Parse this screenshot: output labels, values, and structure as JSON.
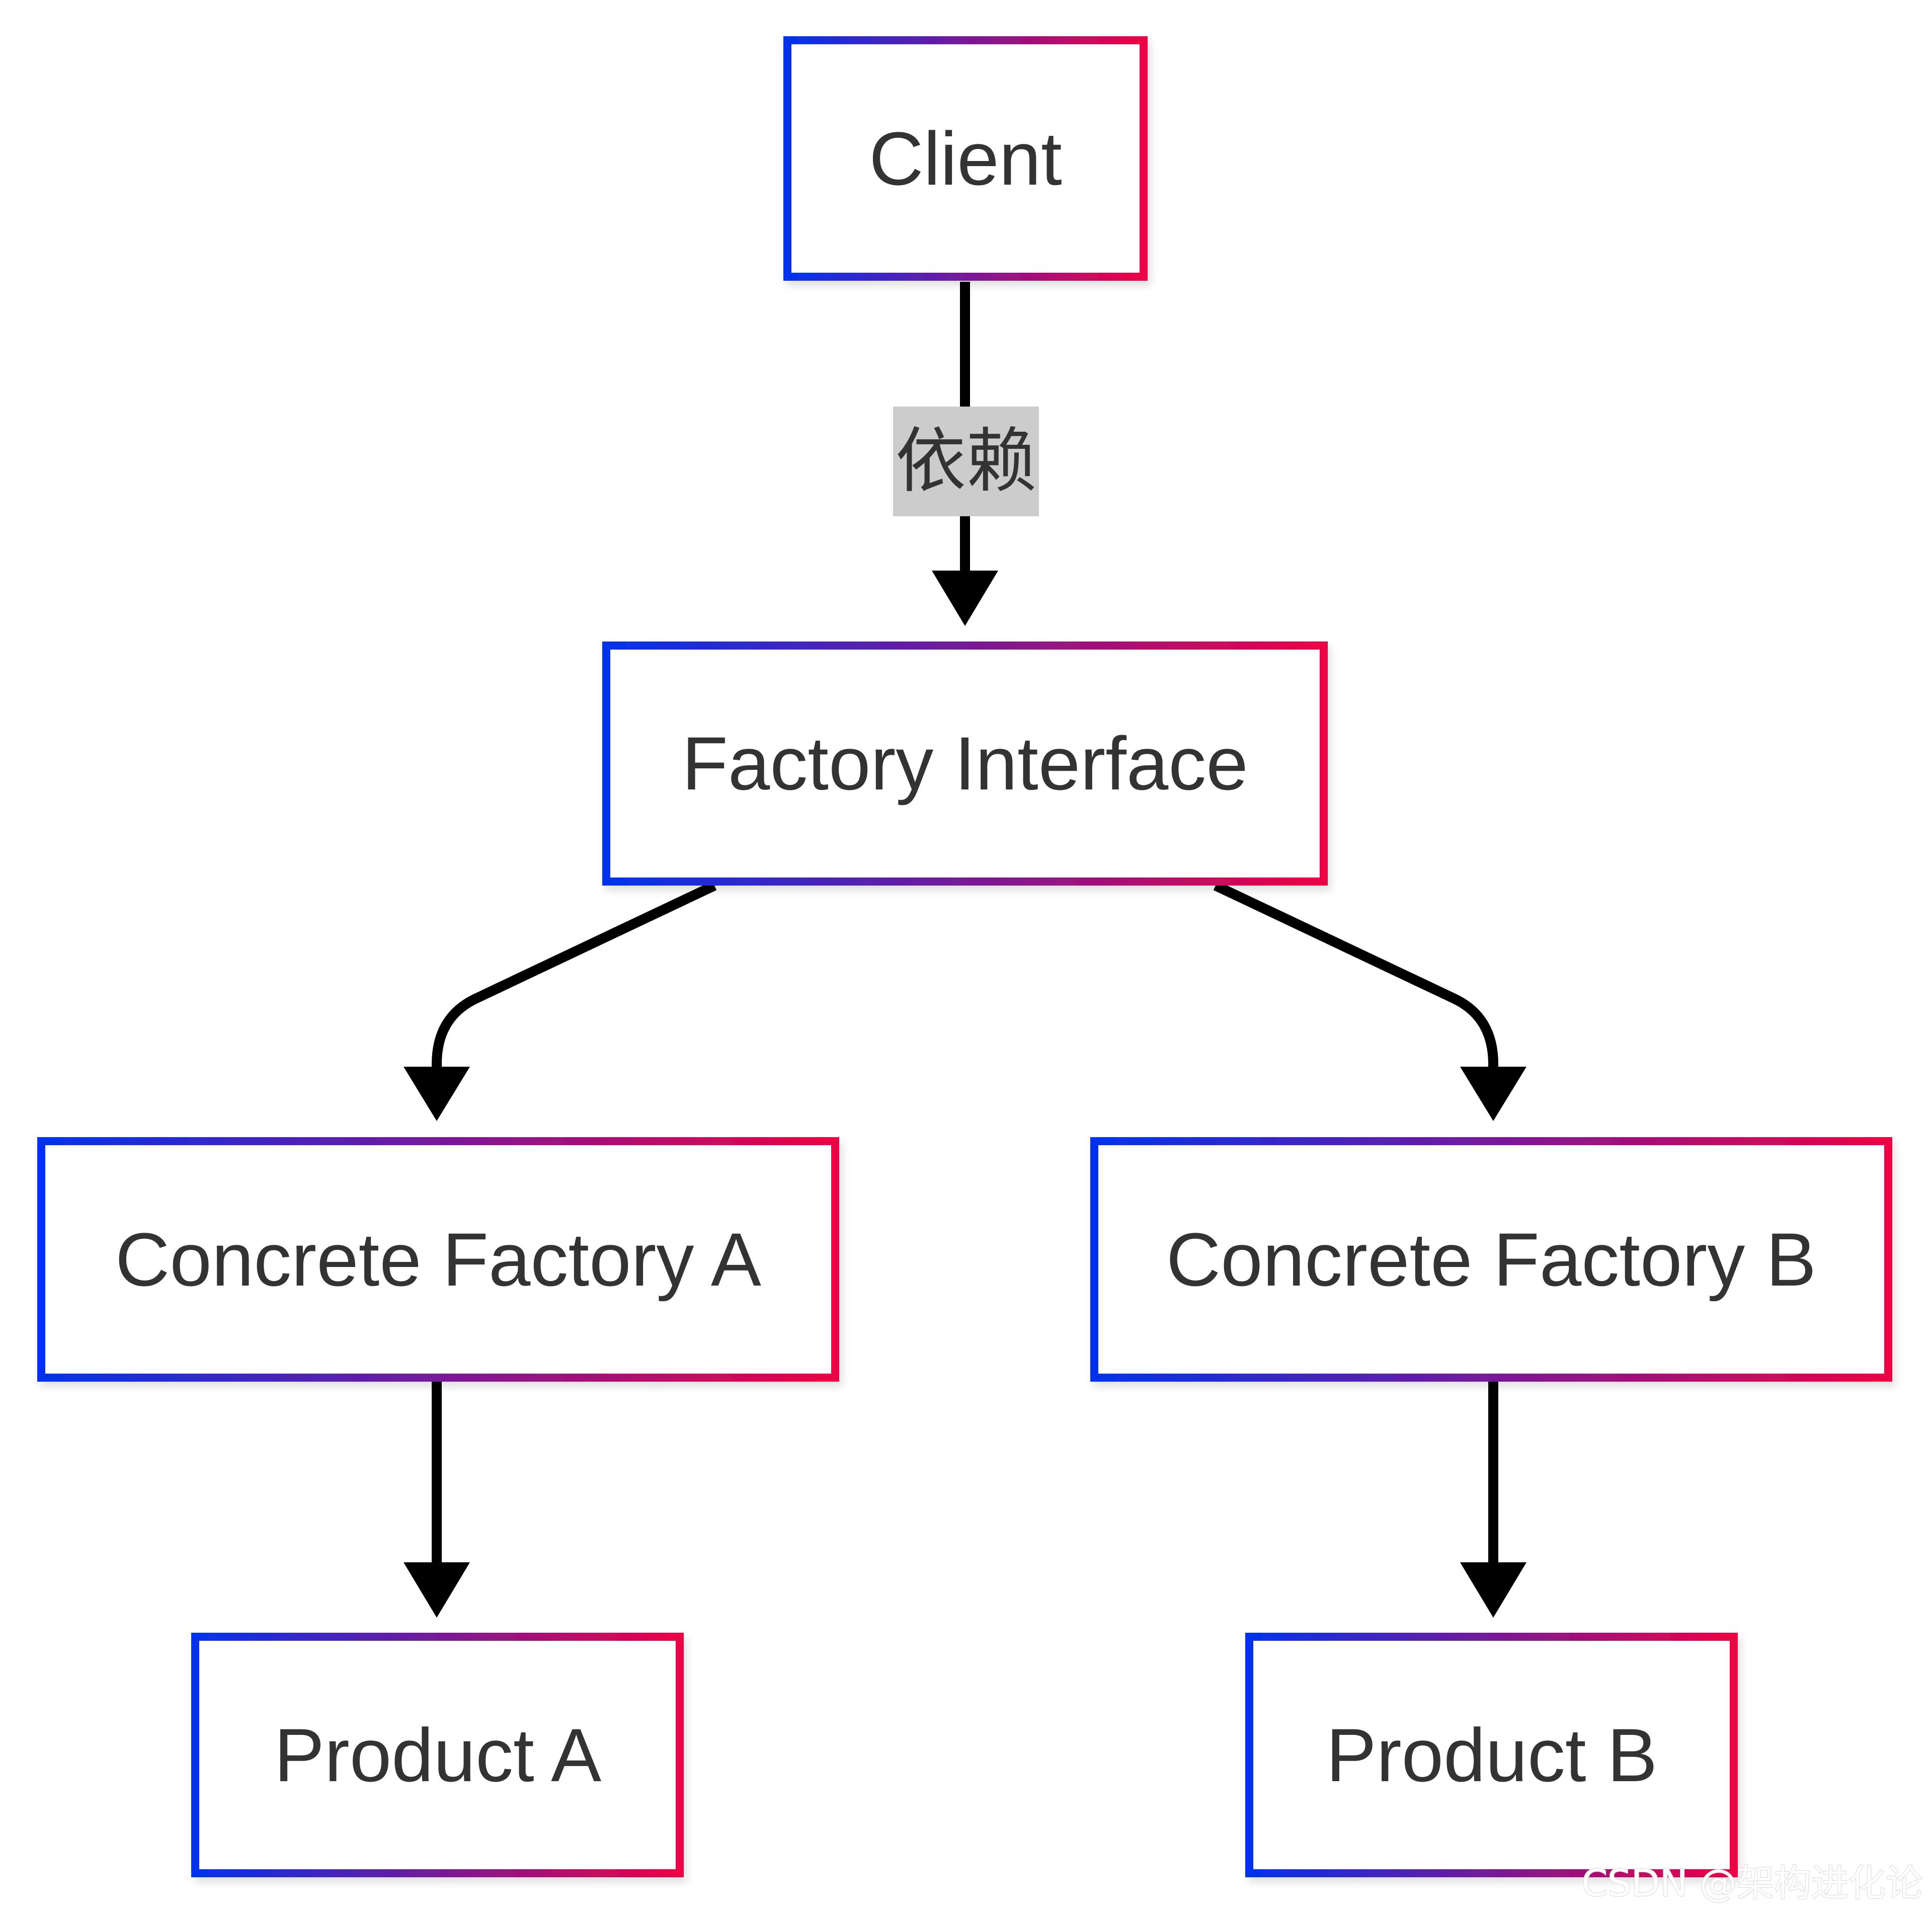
{
  "diagram": {
    "nodes": [
      {
        "id": "client",
        "label": "Client"
      },
      {
        "id": "factory-interface",
        "label": "Factory Interface"
      },
      {
        "id": "concrete-factory-a",
        "label": "Concrete Factory A"
      },
      {
        "id": "concrete-factory-b",
        "label": "Concrete Factory B"
      },
      {
        "id": "product-a",
        "label": "Product A"
      },
      {
        "id": "product-b",
        "label": "Product B"
      }
    ],
    "edges": [
      {
        "from": "client",
        "to": "factory-interface",
        "label": "依赖"
      },
      {
        "from": "factory-interface",
        "to": "concrete-factory-a",
        "label": ""
      },
      {
        "from": "factory-interface",
        "to": "concrete-factory-b",
        "label": ""
      },
      {
        "from": "concrete-factory-a",
        "to": "product-a",
        "label": ""
      },
      {
        "from": "concrete-factory-b",
        "to": "product-b",
        "label": ""
      }
    ],
    "colors": {
      "border_gradient_start": "#0033ee",
      "border_gradient_end": "#ee0044",
      "edge": "#000000",
      "text": "#333333",
      "edge_label_background": "#cccccc"
    }
  },
  "watermark": "CSDN @架构进化论"
}
